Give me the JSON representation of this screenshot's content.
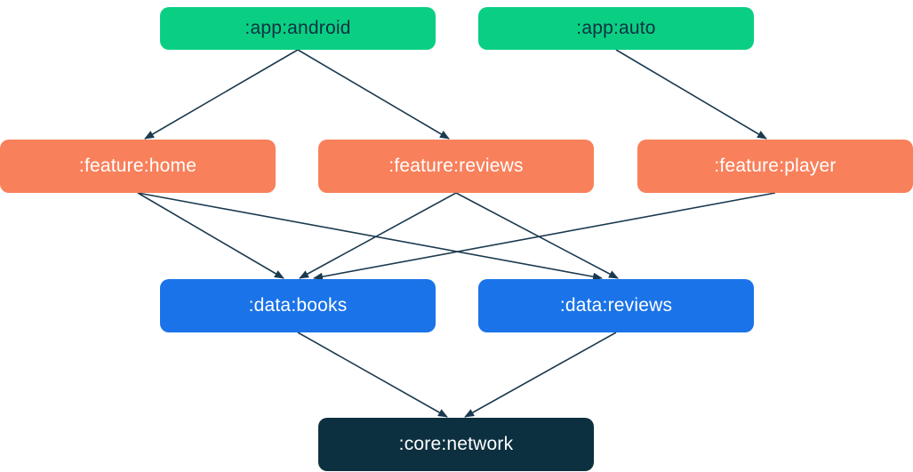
{
  "diagram": {
    "name": "module-dependency-graph",
    "nodes": [
      {
        "id": "app-android",
        "label": ":app:android",
        "type": "app"
      },
      {
        "id": "app-auto",
        "label": ":app:auto",
        "type": "app"
      },
      {
        "id": "feature-home",
        "label": ":feature:home",
        "type": "feature"
      },
      {
        "id": "feature-reviews",
        "label": ":feature:reviews",
        "type": "feature"
      },
      {
        "id": "feature-player",
        "label": ":feature:player",
        "type": "feature"
      },
      {
        "id": "data-books",
        "label": ":data:books",
        "type": "data"
      },
      {
        "id": "data-reviews",
        "label": ":data:reviews",
        "type": "data"
      },
      {
        "id": "core-network",
        "label": ":core:network",
        "type": "core"
      }
    ],
    "edges": [
      {
        "from": "app-android",
        "to": "feature-home"
      },
      {
        "from": "app-android",
        "to": "feature-reviews"
      },
      {
        "from": "app-auto",
        "to": "feature-player"
      },
      {
        "from": "feature-home",
        "to": "data-books"
      },
      {
        "from": "feature-home",
        "to": "data-reviews"
      },
      {
        "from": "feature-reviews",
        "to": "data-books"
      },
      {
        "from": "feature-reviews",
        "to": "data-reviews"
      },
      {
        "from": "feature-player",
        "to": "data-books"
      },
      {
        "from": "data-books",
        "to": "core-network"
      },
      {
        "from": "data-reviews",
        "to": "core-network"
      }
    ],
    "colors": {
      "app": "#0ACF83",
      "feature": "#F8805B",
      "data": "#1A73E8",
      "core": "#0D3040",
      "edge": "#1B3A4F",
      "app_text": "#0D3142",
      "feature_text": "#FFFFFF",
      "data_text": "#FFFFFF",
      "core_text": "#FFFFFF",
      "background": "#FFFFFF"
    }
  }
}
